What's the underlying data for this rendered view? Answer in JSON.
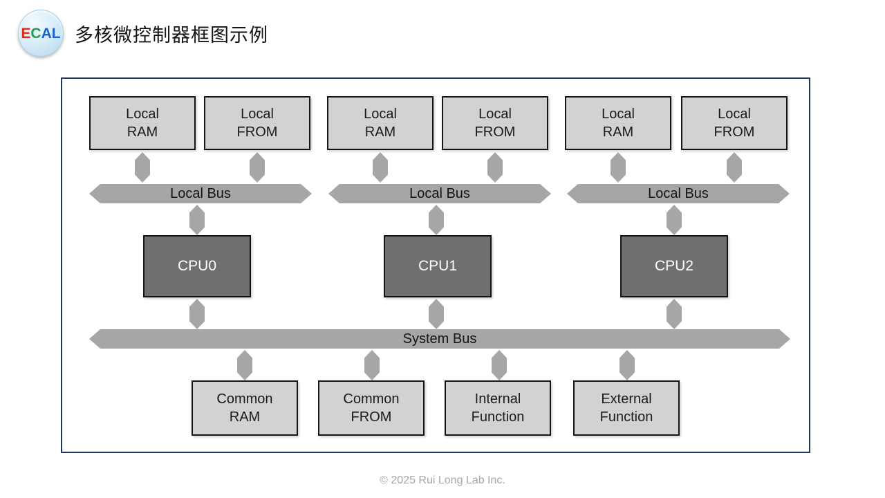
{
  "header": {
    "logo_letters": [
      {
        "char": "E",
        "color": "#dd2a1c"
      },
      {
        "char": "C",
        "color": "#1f9d4d"
      },
      {
        "char": "A",
        "color": "#1a63cf"
      },
      {
        "char": "L",
        "color": "#1a63cf"
      }
    ],
    "title": "多核微控制器框图示例"
  },
  "diagram": {
    "type": "block-diagram",
    "cpu_groups": [
      {
        "memories": [
          {
            "line1": "Local",
            "line2": "RAM"
          },
          {
            "line1": "Local",
            "line2": "FROM"
          }
        ],
        "bus_label": "Local Bus",
        "cpu_label": "CPU0"
      },
      {
        "memories": [
          {
            "line1": "Local",
            "line2": "RAM"
          },
          {
            "line1": "Local",
            "line2": "FROM"
          }
        ],
        "bus_label": "Local Bus",
        "cpu_label": "CPU1"
      },
      {
        "memories": [
          {
            "line1": "Local",
            "line2": "RAM"
          },
          {
            "line1": "Local",
            "line2": "FROM"
          }
        ],
        "bus_label": "Local Bus",
        "cpu_label": "CPU2"
      }
    ],
    "system_bus_label": "System Bus",
    "peripherals": [
      {
        "line1": "Common",
        "line2": "RAM"
      },
      {
        "line1": "Common",
        "line2": "FROM"
      },
      {
        "line1": "Internal",
        "line2": "Function"
      },
      {
        "line1": "External",
        "line2": "Function"
      }
    ]
  },
  "footer": {
    "copyright": "© 2025 Rui Long Lab Inc."
  },
  "colors": {
    "frame_border": "#1f3b5c",
    "box_fill": "#d2d2d2",
    "box_border": "#141414",
    "cpu_fill": "#6f6f6f",
    "cpu_text": "#ffffff",
    "bus_fill": "#a6a6a6"
  }
}
